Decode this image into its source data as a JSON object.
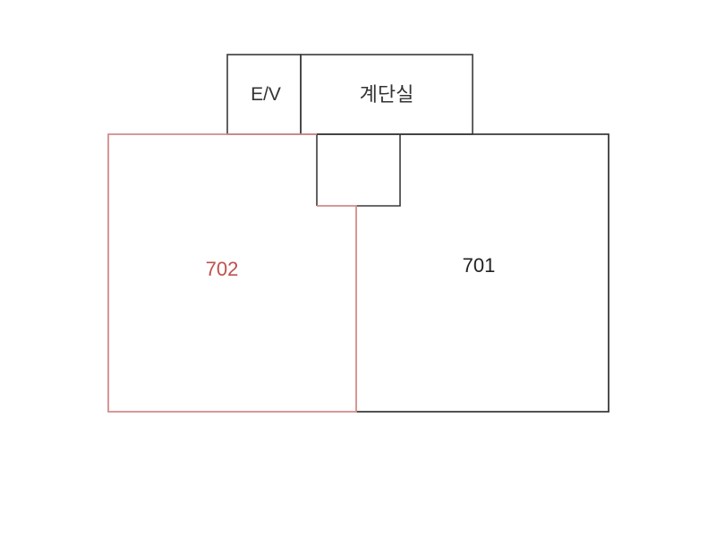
{
  "diagram": {
    "type": "floor-plan",
    "colors": {
      "background": "#ffffff",
      "outline_dark": "#3a3a3a",
      "outline_highlight": "#d48a8a",
      "label_dark": "#222222",
      "label_highlight": "#c0504d"
    },
    "rooms": [
      {
        "id": "ev",
        "label": "E/V",
        "highlighted": false
      },
      {
        "id": "stairwell",
        "label": "계단실",
        "highlighted": false
      },
      {
        "id": "unit-702",
        "label": "702",
        "highlighted": true
      },
      {
        "id": "unit-701",
        "label": "701",
        "highlighted": false
      }
    ]
  }
}
